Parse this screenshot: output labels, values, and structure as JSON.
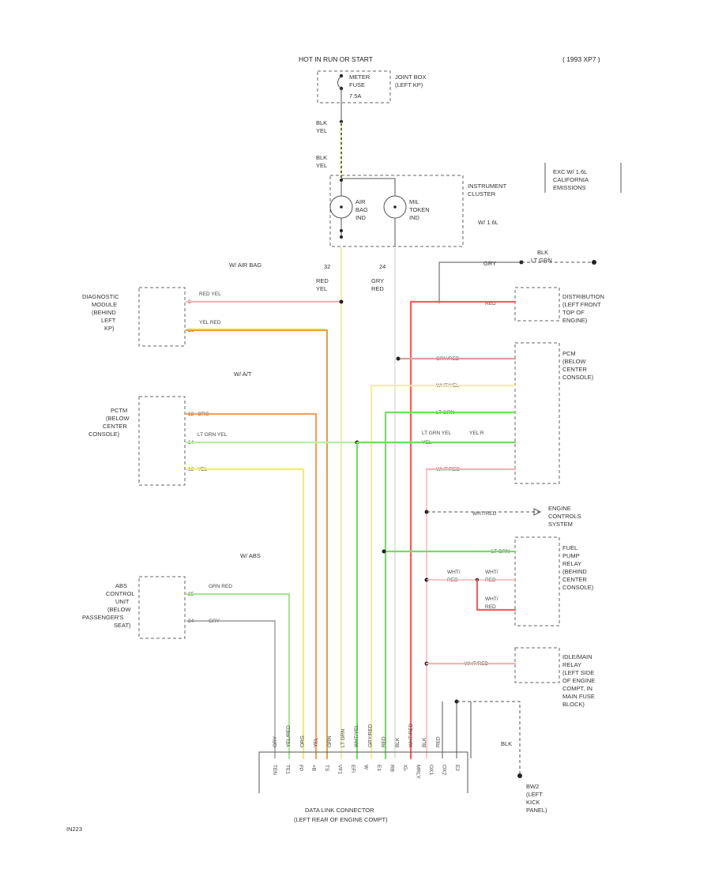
{
  "header": {
    "power_source": "HOT IN RUN OR START",
    "model_year_note": "( 1993 XP7 )"
  },
  "fuse": {
    "label_lines": [
      "METER",
      "FUSE",
      "7.5A"
    ],
    "location_lines": [
      "JOINT BOX",
      "(LEFT KP)"
    ]
  },
  "instrument_cluster": {
    "label_lines": [
      "INSTRUMENT",
      "CLUSTER"
    ],
    "airbag_lamp_lines": [
      "AIR",
      "BAG",
      "IND"
    ],
    "oil_light_lines": [
      "MIL",
      "TOKEN",
      "IND"
    ],
    "variant": "W/ 1.6L"
  },
  "note_box": {
    "lines": [
      "EXC W/ 1.6L",
      "CALIFORNIA",
      "EMISSIONS"
    ]
  },
  "section_labels": {
    "air_bag": "W/ AIR BAG",
    "at": "W/ A/T",
    "abs": "W/ ABS"
  },
  "wire_colors": {
    "blk_yel_1": [
      "BLK",
      "YEL"
    ],
    "blk_yel_2": [
      "BLK",
      "YEL"
    ],
    "red_yel": [
      "RED",
      "YEL"
    ],
    "gry_red": [
      "GRY",
      "RED"
    ],
    "blk_lt_grn": [
      "BLK",
      "LT GRN"
    ],
    "gry_top": "GRY",
    "blk_bottom": "BLK",
    "pin_labels": [
      "32",
      "24"
    ]
  },
  "left_components": [
    {
      "name_lines": [
        "DIAGNOSTIC",
        "MODULE",
        "(BEHIND",
        "LEFT",
        "KP)"
      ],
      "wires": [
        {
          "pin": "2",
          "color": "RED YEL"
        },
        {
          "pin": "16",
          "color": "YEL RED"
        }
      ]
    },
    {
      "name_lines": [
        "PCTM",
        "(BELOW",
        "CENTER",
        "CONSOLE)"
      ],
      "wires": [
        {
          "pin": "12",
          "color": "ORG"
        },
        {
          "pin": "14",
          "color": "LT GRN YEL"
        },
        {
          "pin": "13",
          "color": "YEL"
        }
      ]
    },
    {
      "name_lines": [
        "ABS",
        "CONTROL",
        "UNIT",
        "(BELOW",
        "PASSENGER'S",
        "SEAT)"
      ],
      "wires": [
        {
          "pin": "25",
          "color": "GRN RED"
        },
        {
          "pin": "24",
          "color": "GRY"
        }
      ]
    }
  ],
  "right_components": [
    {
      "name_lines": [
        "DISTRIBUTION",
        "(LEFT FRONT",
        "TOP OF",
        "ENGINE)"
      ],
      "wire": "RED"
    },
    {
      "name_lines": [
        "PCM",
        "(BELOW",
        "CENTER",
        "CONSOLE)"
      ],
      "wires": [
        "GRY/RED",
        "WHT/YEL",
        "LT GRN",
        "LT GRN YEL",
        "WHT/RED"
      ],
      "mid_label": [
        "YEL R",
        "YEL"
      ]
    },
    {
      "name_lines": [
        "ENGINE",
        "CONTROLS",
        "SYSTEM"
      ],
      "wire": "WHT/RED"
    },
    {
      "name_lines": [
        "FUEL",
        "PUMP",
        "RELAY",
        "(BEHIND",
        "CENTER",
        "CONSOLE)"
      ],
      "wires": [
        "LT GRN",
        "WHT/RED"
      ],
      "sub_labels": [
        "WHT/",
        "RED",
        "WHT/",
        "RED",
        "WHT/",
        "RED"
      ]
    },
    {
      "name_lines": [
        "IDLE/MAIN",
        "RELAY",
        "(LEFT SIDE",
        "OF ENGINE",
        "COMPT, IN",
        "MAIN FUSE",
        "BLOCK)"
      ],
      "wire": "WHT/RED"
    }
  ],
  "connector": {
    "label_lines": [
      "DATA LINK CONNECTOR",
      "(LEFT REAR OF ENGINE COMPT)"
    ],
    "pins": [
      "TEN",
      "TE1",
      "FP",
      "+B",
      "TS",
      "VF1",
      "EFI",
      "W",
      "E1",
      "RB",
      "IG-",
      "MRLY",
      "OX1",
      "OX2",
      "E2"
    ],
    "top_labels": [
      "GRY",
      "YEL/RED",
      "ORG",
      "YEL",
      "GRN",
      "LT GRN",
      "WHT/YEL",
      "GRY/RED",
      "RED",
      "BLK",
      "WHT/RED",
      "BLK",
      "RED"
    ]
  },
  "ground": {
    "label_lines": [
      "BW2",
      "(LEFT",
      "KICK",
      "PANEL)"
    ]
  },
  "diagram_id": "IN223"
}
